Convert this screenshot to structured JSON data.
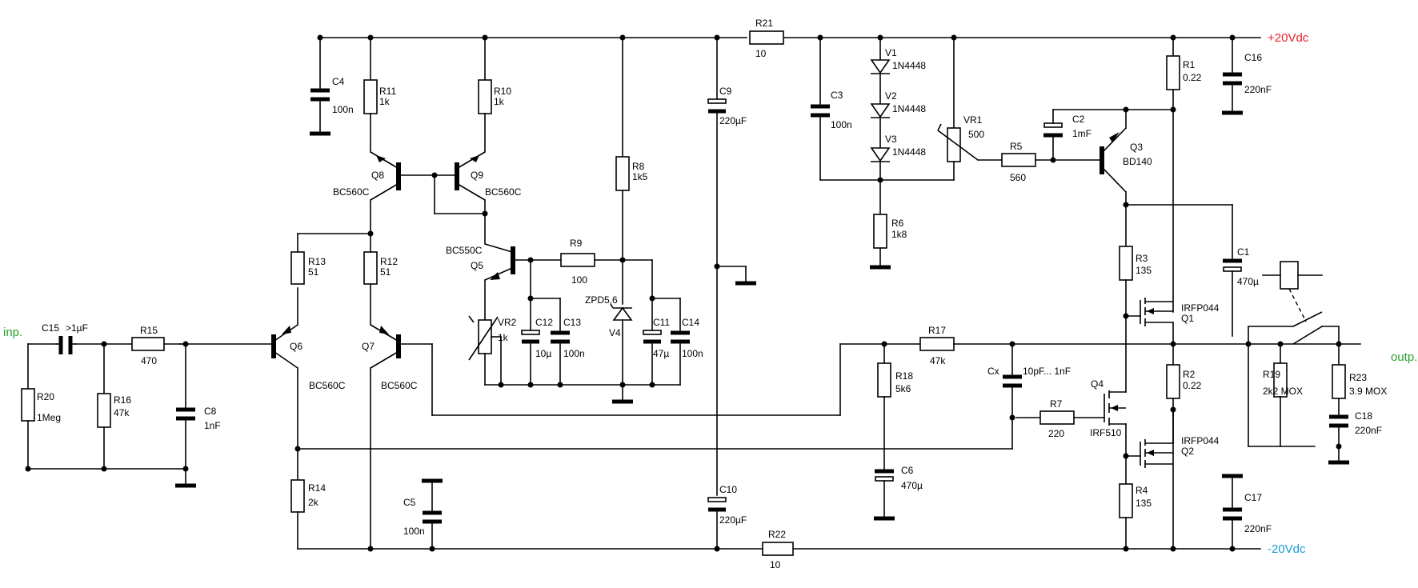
{
  "rails": {
    "positive": "+20Vdc",
    "negative": "-20Vdc"
  },
  "io": {
    "input": "inp.",
    "output": "outp."
  },
  "colors": {
    "positive_rail": "#e8202a",
    "negative_rail": "#1a9ad6",
    "io": "#2aa02a"
  },
  "labels": {
    "c15": "C15",
    "c15_v": ">1µF",
    "r15": "R15",
    "r15_v": "470",
    "r20": "R20",
    "r20_v": "1Meg",
    "r16": "R16",
    "r16_v": "47k",
    "c8": "C8",
    "c8_v": "1nF",
    "c4": "C4",
    "c4_v": "100n",
    "r11": "R11",
    "r11_v": "1k",
    "r10": "R10",
    "r10_v": "1k",
    "q8": "Q8",
    "q8_v": "BC560C",
    "q9": "Q9",
    "q9_v": "BC560C",
    "r13": "R13",
    "r13_v": "51",
    "r12": "R12",
    "r12_v": "51",
    "q6": "Q6",
    "q6_v": "BC560C",
    "q7": "Q7",
    "q7_v": "BC560C",
    "r14": "R14",
    "r14_v": "2k",
    "c5": "C5",
    "c5_v": "100n",
    "q5": "Q5",
    "q5_v": "BC550C",
    "r9": "R9",
    "r9_v": "100",
    "r8": "R8",
    "r8_v": "1k5",
    "vr2": "VR2",
    "vr2_v": "1k",
    "c12": "C12",
    "c12_v": "10µ",
    "c13": "C13",
    "c13_v": "100n",
    "zpd": "ZPD5,6",
    "v4": "V4",
    "c11": "C11",
    "c11_v": "47µ",
    "c14": "C14",
    "c14_v": "100n",
    "c9": "C9",
    "c9_v": "220µF",
    "c10": "C10",
    "c10_v": "220µF",
    "r21": "R21",
    "r21_v": "10",
    "r22": "R22",
    "r22_v": "10",
    "c3": "C3",
    "c3_v": "100n",
    "v1": "V1",
    "v1_v": "1N4448",
    "v2": "V2",
    "v2_v": "1N4448",
    "v3": "V3",
    "v3_v": "1N4448",
    "vr1": "VR1",
    "vr1_v": "500",
    "r6": "R6",
    "r6_v": "1k8",
    "r5": "R5",
    "r5_v": "560",
    "c2": "C2",
    "c2_v": "1mF",
    "q3": "Q3",
    "q3_v": "BD140",
    "r1": "R1",
    "r1_v": "0.22",
    "c16": "C16",
    "c16_v": "220nF",
    "r3": "R3",
    "r3_v": "135",
    "c1": "C1",
    "c1_v": "470µ",
    "q1": "Q1",
    "q1_v": "IRFP044",
    "r17": "R17",
    "r17_v": "47k",
    "r18": "R18",
    "r18_v": "5k6",
    "cx": "Cx",
    "cx_v": "10pF... 1nF",
    "r7": "R7",
    "r7_v": "220",
    "q4": "Q4",
    "q4_v": "IRF510",
    "c6": "C6",
    "c6_v": "470µ",
    "r2": "R2",
    "r2_v": "0.22",
    "q2": "Q2",
    "q2_v": "IRFP044",
    "r4": "R4",
    "r4_v": "135",
    "c17": "C17",
    "c17_v": "220nF",
    "r19": "R19",
    "r19_v": "2k2 MOX",
    "r23": "R23",
    "r23_v": "3.9 MOX",
    "c18": "C18",
    "c18_v": "220nF"
  }
}
